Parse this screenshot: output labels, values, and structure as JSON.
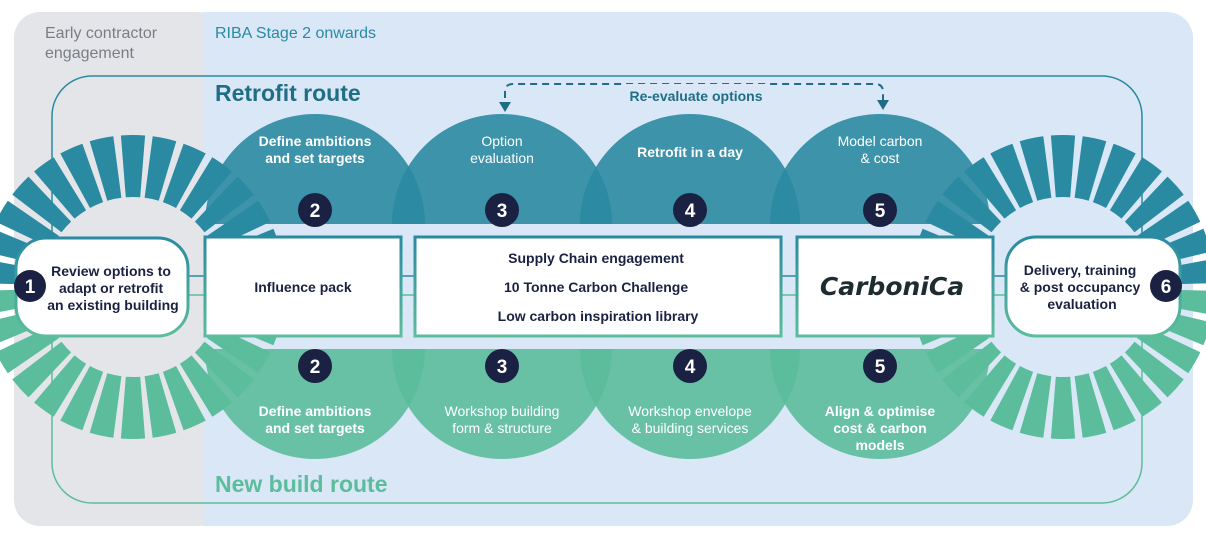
{
  "phases": {
    "early": "Early contractor engagement",
    "early_lines": [
      "Early contractor",
      "engagement"
    ],
    "riba": "RIBA Stage 2 onwards"
  },
  "routes": {
    "retrofit": "Retrofit route",
    "new_build": "New build route",
    "re_evaluate": "Re-evaluate options"
  },
  "retrofit_steps": [
    {
      "number": "2",
      "lines": [
        "Define ambitions",
        "and set targets"
      ],
      "bold": true
    },
    {
      "number": "3",
      "lines": [
        "Option",
        "evaluation"
      ],
      "bold": false
    },
    {
      "number": "4",
      "lines": [
        "Retrofit in a day"
      ],
      "bold": true
    },
    {
      "number": "5",
      "lines": [
        "Model carbon",
        "& cost"
      ],
      "bold": false
    }
  ],
  "newbuild_steps": [
    {
      "number": "2",
      "lines": [
        "Define ambitions",
        "and set targets"
      ],
      "bold": true
    },
    {
      "number": "3",
      "lines": [
        "Workshop building",
        "form & structure"
      ],
      "bold": false
    },
    {
      "number": "4",
      "lines": [
        "Workshop envelope",
        "& building services"
      ],
      "bold": false
    },
    {
      "number": "5",
      "lines": [
        "Align & optimise",
        "cost & carbon",
        "models"
      ],
      "bold": true
    }
  ],
  "start": {
    "number": "1",
    "lines": [
      "Review options to",
      "adapt or retrofit",
      "an existing building"
    ]
  },
  "end": {
    "number": "6",
    "lines": [
      "Delivery, training",
      "& post occupancy",
      "evaluation"
    ]
  },
  "tools": {
    "influence": "Influence pack",
    "center": [
      "Supply Chain engagement",
      "10 Tonne Carbon Challenge",
      "Low carbon inspiration library"
    ],
    "carbonica": "CarboniCa"
  },
  "colors": {
    "retrofit": "#2a8aa2",
    "new_build": "#5bbd9b",
    "badge": "#1b2142",
    "early_bg": "#e4e5e9",
    "riba_bg": "#d9e7f6"
  }
}
